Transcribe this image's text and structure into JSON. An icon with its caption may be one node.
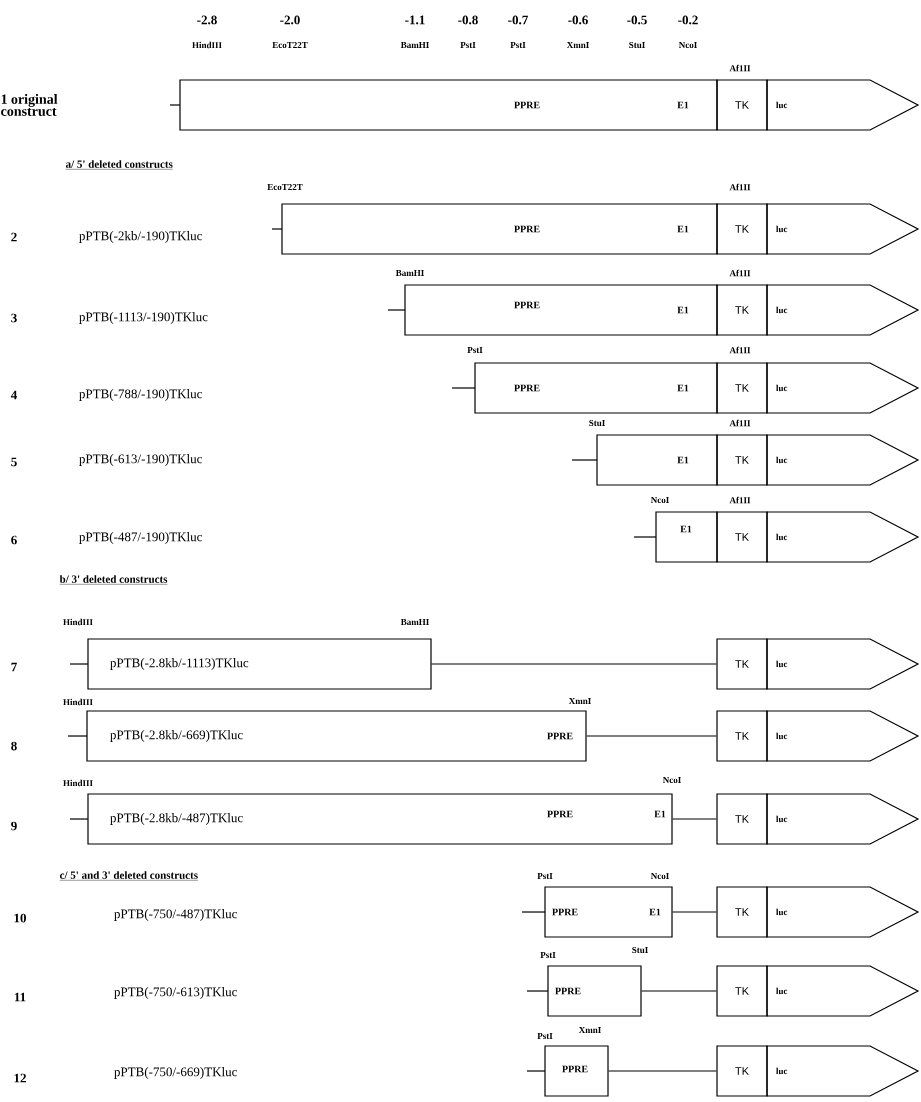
{
  "diagram": {
    "nodes": [
      {
        "text": [
          "PPRE",
          "E1"
        ]
      },
      {
        "text": [
          "TK"
        ]
      },
      {
        "text": [
          "luc"
        ]
      },
      {
        "text": [
          "PPRE",
          "E1"
        ]
      },
      {
        "text": [
          "TK"
        ]
      },
      {
        "text": [
          "luc"
        ]
      },
      {
        "text": [
          "PPRE",
          "E1"
        ]
      },
      {
        "text": [
          "TK"
        ]
      },
      {
        "text": [
          "luc"
        ]
      },
      {
        "text": [
          "PPRE",
          "E1"
        ]
      },
      {
        "text": [
          "TK"
        ]
      },
      {
        "text": [
          "luc"
        ]
      },
      {
        "text": [
          "E1"
        ]
      },
      {
        "text": [
          "TK"
        ]
      },
      {
        "text": [
          "luc"
        ]
      },
      {
        "text": [
          "E1"
        ]
      },
      {
        "text": [
          "TK"
        ]
      },
      {
        "text": [
          "luc"
        ]
      },
      {
        "text": [
          "pPTB(-2.8kb/-1113)TKluc"
        ]
      },
      {
        "text": [
          "TK"
        ]
      },
      {
        "text": [
          "luc"
        ]
      },
      {
        "text": [
          "pPTB(-2.8kb/-669)TKluc",
          "PPRE"
        ]
      },
      {
        "text": [
          "TK"
        ]
      },
      {
        "text": [
          "luc"
        ]
      },
      {
        "text": [
          "pPTB(-2.8kb/-487)TKluc",
          "PPRE",
          "E1"
        ]
      },
      {
        "text": [
          "TK"
        ]
      },
      {
        "text": [
          "luc"
        ]
      },
      {
        "text": [
          "PPRE",
          "E1"
        ]
      },
      {
        "text": [
          "TK"
        ]
      },
      {
        "text": [
          "luc"
        ]
      },
      {
        "text": [
          "PPRE"
        ]
      },
      {
        "text": [
          "TK"
        ]
      },
      {
        "text": [
          "luc"
        ]
      },
      {
        "text": [
          "PPRE"
        ]
      },
      {
        "text": [
          "TK"
        ]
      },
      {
        "text": [
          "luc"
        ]
      }
    ],
    "edges": [
      {
        "from": 18,
        "to": 19,
        "arrow": "none"
      },
      {
        "from": 21,
        "to": 22,
        "arrow": "none"
      },
      {
        "from": 24,
        "to": 25,
        "arrow": "none"
      },
      {
        "from": 27,
        "to": 28,
        "arrow": "none"
      },
      {
        "from": 30,
        "to": 31,
        "arrow": "none"
      },
      {
        "from": 33,
        "to": 34,
        "arrow": "none"
      }
    ],
    "labels": [
      "-2.8",
      "-2.0",
      "-1.1",
      "-0.8",
      "-0.7",
      "-0.6",
      "-0.5",
      "-0.2",
      "HindIII",
      "EcoT22T",
      "BamHI",
      "PstI",
      "PstI",
      "XmnI",
      "StuI",
      "NcoI",
      "Af1II",
      "1 original construct",
      "a/ 5' deleted constructs",
      "EcoT22T",
      "Af1II",
      "2",
      "pPTB(-2kb/-190)TKluc",
      "BamHI",
      "Af1II",
      "3",
      "pPTB(-1113/-190)TKluc",
      "PstI",
      "Af1II",
      "4",
      "pPTB(-788/-190)TKluc",
      "StuI",
      "Af1II",
      "5",
      "pPTB(-613/-190)TKluc",
      "NcoI",
      "Af1II",
      "6",
      "pPTB(-487/-190)TKluc",
      "b/ 3' deleted constructs",
      "HindIII",
      "BamHI",
      "7",
      "HindIII",
      "XmnI",
      "8",
      "HindIII",
      "NcoI",
      "9",
      "c/ 5' and 3' deleted constructs",
      "PstI",
      "NcoI",
      "10",
      "pPTB(-750/-487)TKluc",
      "PstI",
      "StuI",
      "11",
      "pPTB(-750/-613)TKluc",
      "PstI",
      "XmnI",
      "12",
      "pPTB(-750/-669)TKluc"
    ]
  }
}
